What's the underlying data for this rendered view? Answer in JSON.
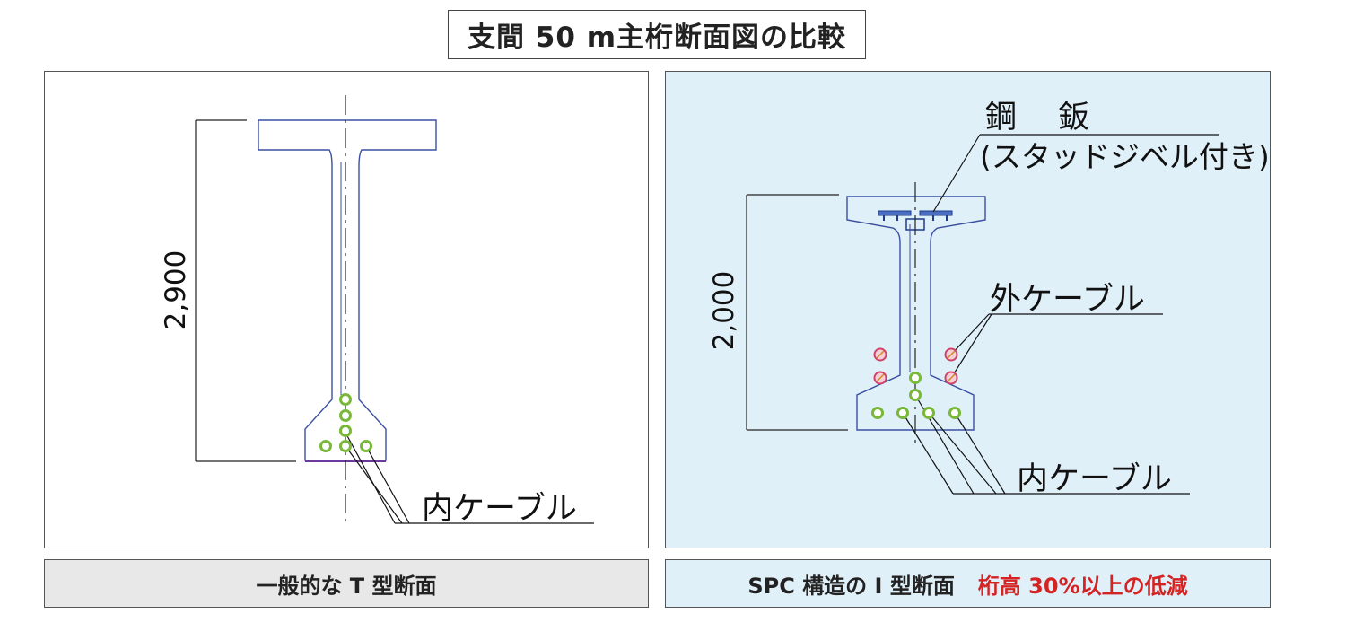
{
  "title": "支間 50 m主桁断面図の比較",
  "left": {
    "height_dim": "2,900",
    "cable_label": "内ケーブル",
    "caption": "一般的な T 型断面"
  },
  "right": {
    "steel_label": "鋼　 鈑",
    "steel_sub": "(スタッドジベル付き)",
    "ext_cable_label": "外ケーブル",
    "height_dim": "2,000",
    "int_cable_label": "内ケーブル",
    "caption": "SPC 構造の I 型断面",
    "caption_highlight": "桁高 30%以上の低減"
  },
  "colors": {
    "outline": "#3a4fa0",
    "cable_inner": "#7ab83a",
    "cable_outer": "#d0426a",
    "highlight": "#d42323",
    "right_bg": "#e0f0f9"
  }
}
